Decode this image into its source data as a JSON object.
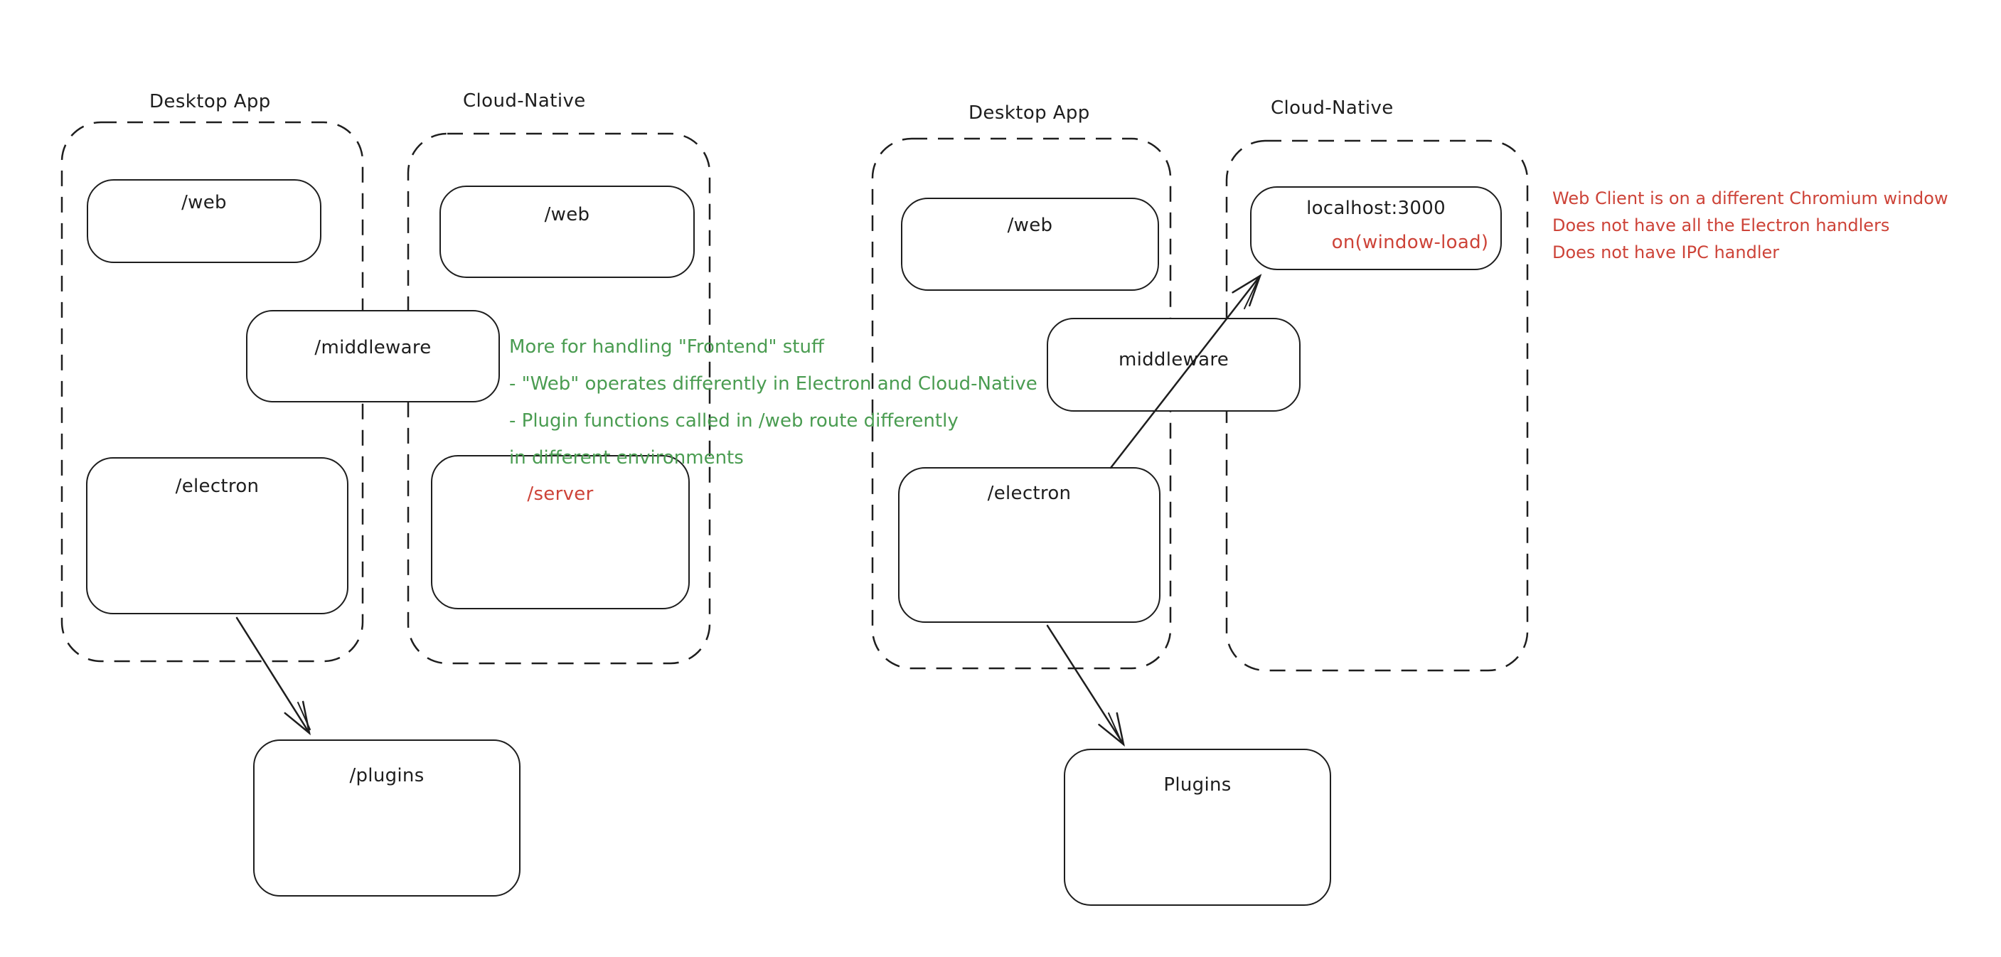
{
  "colors": {
    "stroke": "#1e1e1e",
    "background": "#ffffff",
    "red": "#cd4338",
    "green": "#4a9c51"
  },
  "diagram1": {
    "desktop_label": "Desktop App",
    "cloud_label": "Cloud-Native",
    "web_desktop_label": "/web",
    "web_cloud_label": "/web",
    "middleware_label": "/middleware",
    "electron_label": "/electron",
    "server_label": "/server",
    "plugins_label": "/plugins"
  },
  "diagram2": {
    "desktop_label": "Desktop App",
    "cloud_label": "Cloud-Native",
    "web_label": "/web",
    "localhost_label": "localhost:3000",
    "window_load_label": "on(window-load)",
    "middleware_label": "middleware",
    "electron_label": "/electron",
    "plugins_label": "Plugins"
  },
  "notes": {
    "green": {
      "lines": [
        "More for handling \"Frontend\" stuff",
        "- \"Web\" operates differently in Electron and Cloud-Native",
        "- Plugin functions called in /web route differently",
        "in different environments"
      ]
    },
    "red": {
      "lines": [
        "Web Client is on a different Chromium window",
        "Does not have all the Electron handlers",
        "Does not have IPC handler"
      ]
    }
  }
}
